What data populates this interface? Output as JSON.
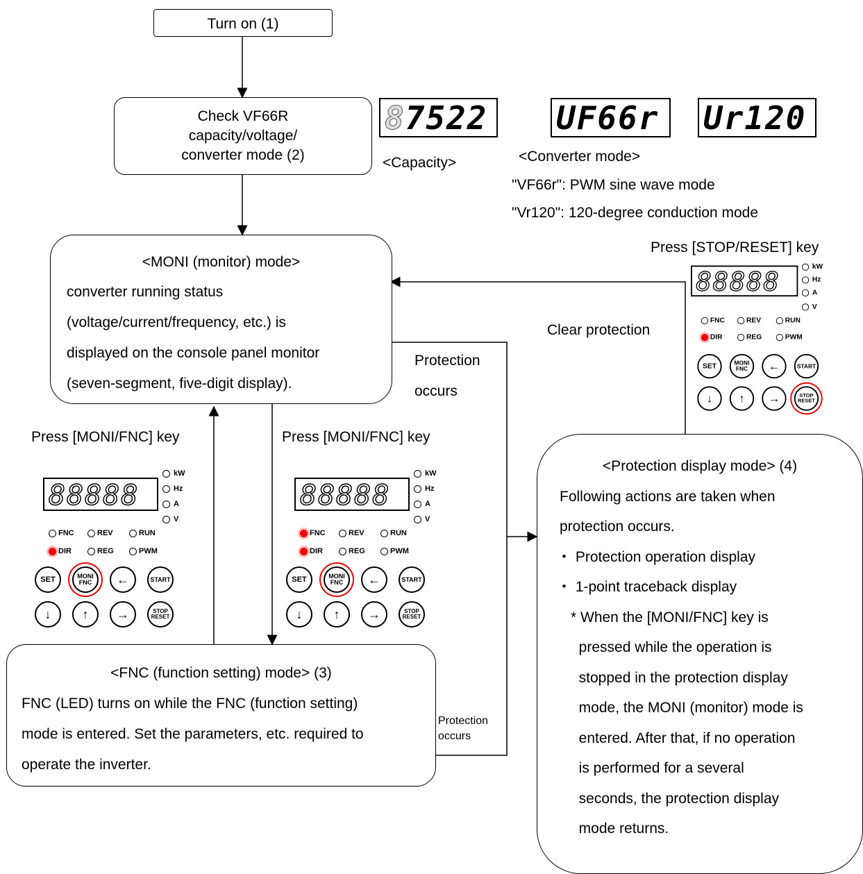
{
  "flow": {
    "turn_on": "Turn on (1)",
    "check_lines": [
      "Check VF66R",
      "capacity/voltage/",
      "converter mode (2)"
    ],
    "capacity_label": "<Capacity>",
    "capacity_display": "7522",
    "converter_display_1": "UF66r",
    "converter_display_2": "Ur120",
    "converter_mode_label": "<Converter mode>",
    "converter_mode_line1": "\"VF66r\": PWM sine wave mode",
    "converter_mode_line2": "\"Vr120\": 120-degree conduction mode",
    "moni_lines": [
      "<MONI (monitor) mode>",
      "converter running status",
      "(voltage/current/frequency, etc.) is",
      "displayed on the console panel monitor",
      "(seven-segment, five-digit display)."
    ],
    "press_stop_reset": "Press [STOP/RESET] key",
    "clear_protection": "Clear protection",
    "protection_occurs_1": "Protection",
    "protection_occurs_2": "occurs",
    "press_moni_left": "Press [MONI/FNC] key",
    "press_moni_mid": "Press [MONI/FNC] key",
    "fnc_lines": [
      "<FNC (function setting) mode> (3)",
      "FNC (LED) turns on while the FNC (function setting)",
      "mode is entered. Set the parameters, etc. required to",
      "operate the inverter."
    ],
    "protection_small_1": "Protection",
    "protection_small_2": "occurs",
    "prot_lines": [
      "<Protection display mode> (4)",
      "Following actions are taken when",
      "protection occurs.",
      "・ Protection operation display",
      "・ 1-point traceback display",
      "* When the [MONI/FNC] key is",
      "  pressed while the operation is",
      "  stopped in the protection display",
      "  mode, the MONI (monitor) mode is",
      "  entered. After that, if no operation",
      "  is performed for a several",
      "  seconds, the protection display",
      "  mode returns."
    ]
  },
  "panel": {
    "display": "88888",
    "units": [
      "kW",
      "Hz",
      "A",
      "V"
    ],
    "leds_row1": [
      "FNC",
      "REV",
      "RUN"
    ],
    "leds_row2": [
      "DIR",
      "REG",
      "PWM"
    ],
    "keys_row1": [
      "SET",
      "MONI FNC",
      "←",
      "START"
    ],
    "keys_row2": [
      "↓",
      "↑",
      "→",
      "STOP RESET"
    ],
    "led_on_color": "#e00000"
  }
}
